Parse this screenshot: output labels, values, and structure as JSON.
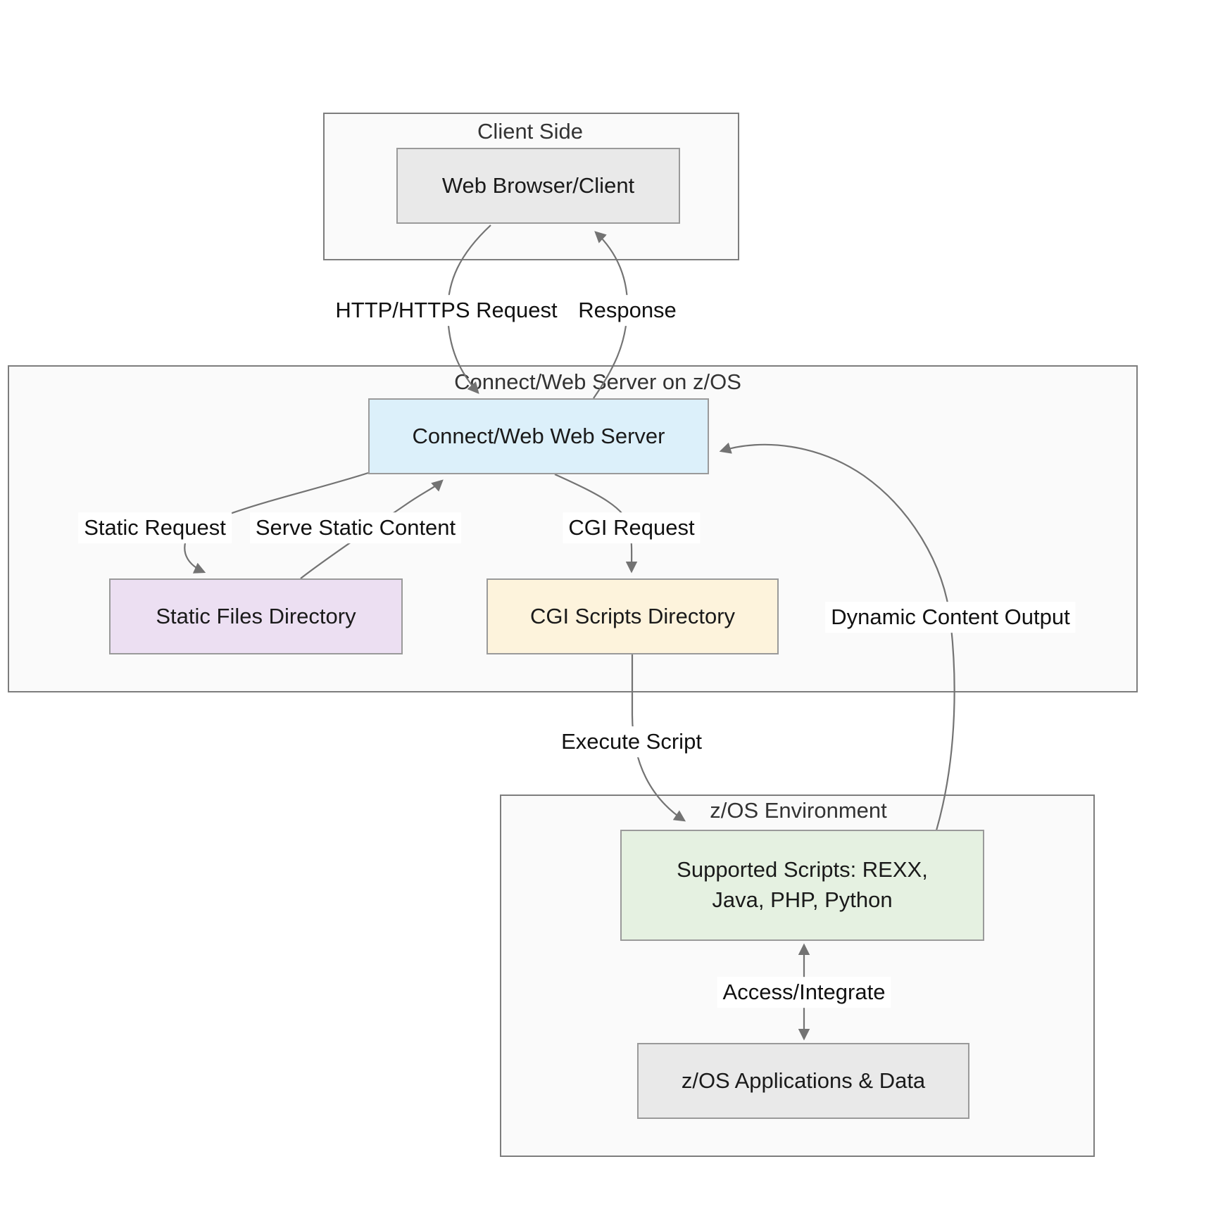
{
  "diagram": {
    "clusters": {
      "client": {
        "label": "Client Side"
      },
      "server": {
        "label": "Connect/Web Server on z/OS"
      },
      "zos": {
        "label": "z/OS Environment"
      }
    },
    "nodes": {
      "browser": {
        "label": "Web Browser/Client"
      },
      "webserver": {
        "label": "Connect/Web Web Server"
      },
      "staticdir": {
        "label": "Static Files Directory"
      },
      "cgidir": {
        "label": "CGI Scripts Directory"
      },
      "scripts": {
        "label": "Supported Scripts: REXX, Java, PHP, Python"
      },
      "apps": {
        "label": "z/OS Applications & Data"
      }
    },
    "edges": {
      "request": {
        "label": "HTTP/HTTPS Request"
      },
      "response": {
        "label": "Response"
      },
      "static_request": {
        "label": "Static Request"
      },
      "serve_static": {
        "label": "Serve Static Content"
      },
      "cgi_request": {
        "label": "CGI Request"
      },
      "dynamic_output": {
        "label": "Dynamic Content Output"
      },
      "execute": {
        "label": "Execute Script"
      },
      "access": {
        "label": "Access/Integrate"
      }
    },
    "colors": {
      "node_gray": "#e9e9e9",
      "node_blue": "#dcf0fa",
      "node_purple": "#ecdff2",
      "node_cream": "#fdf3dc",
      "node_green": "#e5f1e1",
      "cluster_fill": "#fafafa",
      "cluster_border": "#7d7d7d",
      "node_border": "#9a9a9a",
      "edge_stroke": "#737373"
    }
  }
}
